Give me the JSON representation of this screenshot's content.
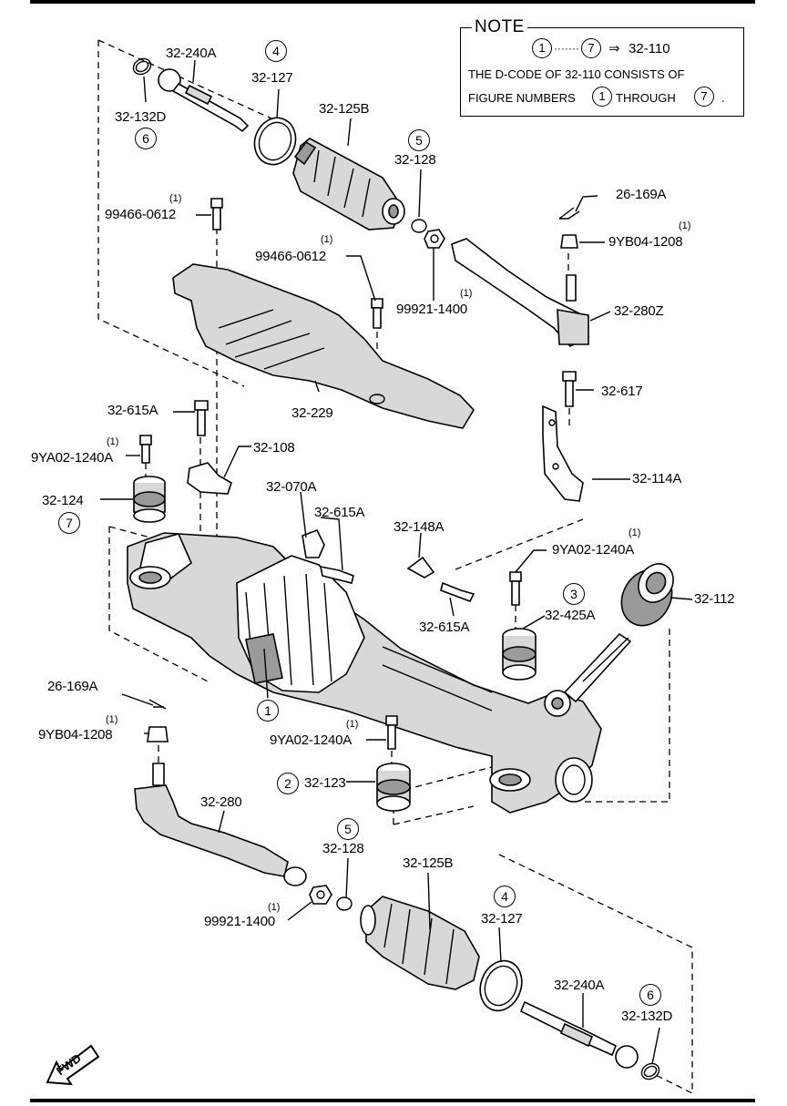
{
  "note": {
    "title": "NOTE",
    "range_start": "1",
    "range_end": "7",
    "range_target": "32-110",
    "line2": "THE D-CODE OF  32-110  CONSISTS OF",
    "line3_a": "FIGURE NUMBERS",
    "line3_b": "THROUGH",
    "line3_c": "."
  },
  "labels": {
    "p_32_240A_top": "32-240A",
    "p_32_132D_top": "32-132D",
    "c6_top": "6",
    "c4_top": "4",
    "p_32_127_top": "32-127",
    "p_32_125B_top": "32-125B",
    "c5_top": "5",
    "p_32_128_top": "32-128",
    "p_26_169A_top": "26-169A",
    "q_9YB_top": "(1)",
    "p_9YB04_top": "9YB04-1208",
    "q_99466_a": "(1)",
    "p_99466_a": "99466-0612",
    "q_99466_b": "(1)",
    "p_99466_b": "99466-0612",
    "q_99921_top": "(1)",
    "p_99921_top": "99921-1400",
    "p_32_280Z": "32-280Z",
    "p_32_617": "32-617",
    "p_32_229": "32-229",
    "p_32_615A_a": "32-615A",
    "q_9YA_a": "(1)",
    "p_9YA_a": "9YA02-1240A",
    "p_32_108": "32-108",
    "p_32_114A": "32-114A",
    "p_32_124": "32-124",
    "c7": "7",
    "p_32_070A": "32-070A",
    "p_32_615A_b": "32-615A",
    "p_32_148A": "32-148A",
    "q_9YA_b": "(1)",
    "p_9YA_b": "9YA02-1240A",
    "c3": "3",
    "p_32_112": "32-112",
    "p_32_425A": "32-425A",
    "p_32_615A_c": "32-615A",
    "p_26_169A_bot": "26-169A",
    "q_9YB_bot": "(1)",
    "p_9YB04_bot": "9YB04-1208",
    "c1": "1",
    "q_9YA_c": "(1)",
    "p_9YA_c": "9YA02-1240A",
    "c2": "2",
    "p_32_123": "32-123",
    "p_32_280": "32-280",
    "c5_bot": "5",
    "p_32_128_bot": "32-128",
    "p_32_125B_bot": "32-125B",
    "q_99921_bot": "(1)",
    "p_99921_bot": "99921-1400",
    "c4_bot": "4",
    "p_32_127_bot": "32-127",
    "p_32_240A_bot": "32-240A",
    "c6_bot": "6",
    "p_32_132D_bot": "32-132D",
    "fwd": "FWD"
  }
}
